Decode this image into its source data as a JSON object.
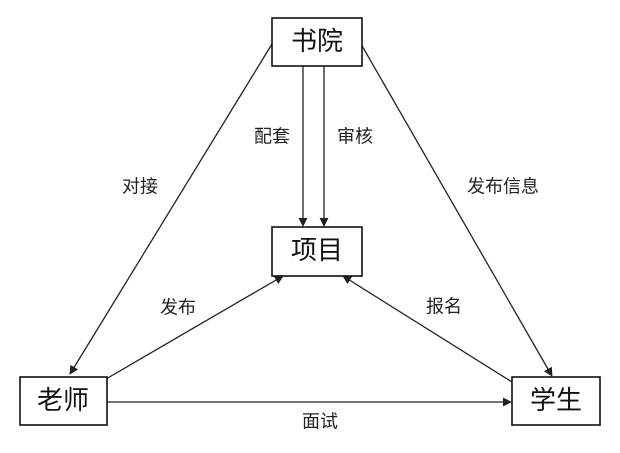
{
  "nodes": {
    "academy": "书院",
    "project": "项目",
    "teacher": "老师",
    "student": "学生"
  },
  "edges": {
    "academy_to_teacher": "对接",
    "academy_to_project_support": "配套",
    "academy_to_project_review": "审核",
    "academy_to_student": "发布信息",
    "teacher_to_project": "发布",
    "student_to_project": "报名",
    "teacher_to_student": "面试"
  },
  "colors": {
    "stroke": "#111111",
    "background": "#ffffff"
  }
}
